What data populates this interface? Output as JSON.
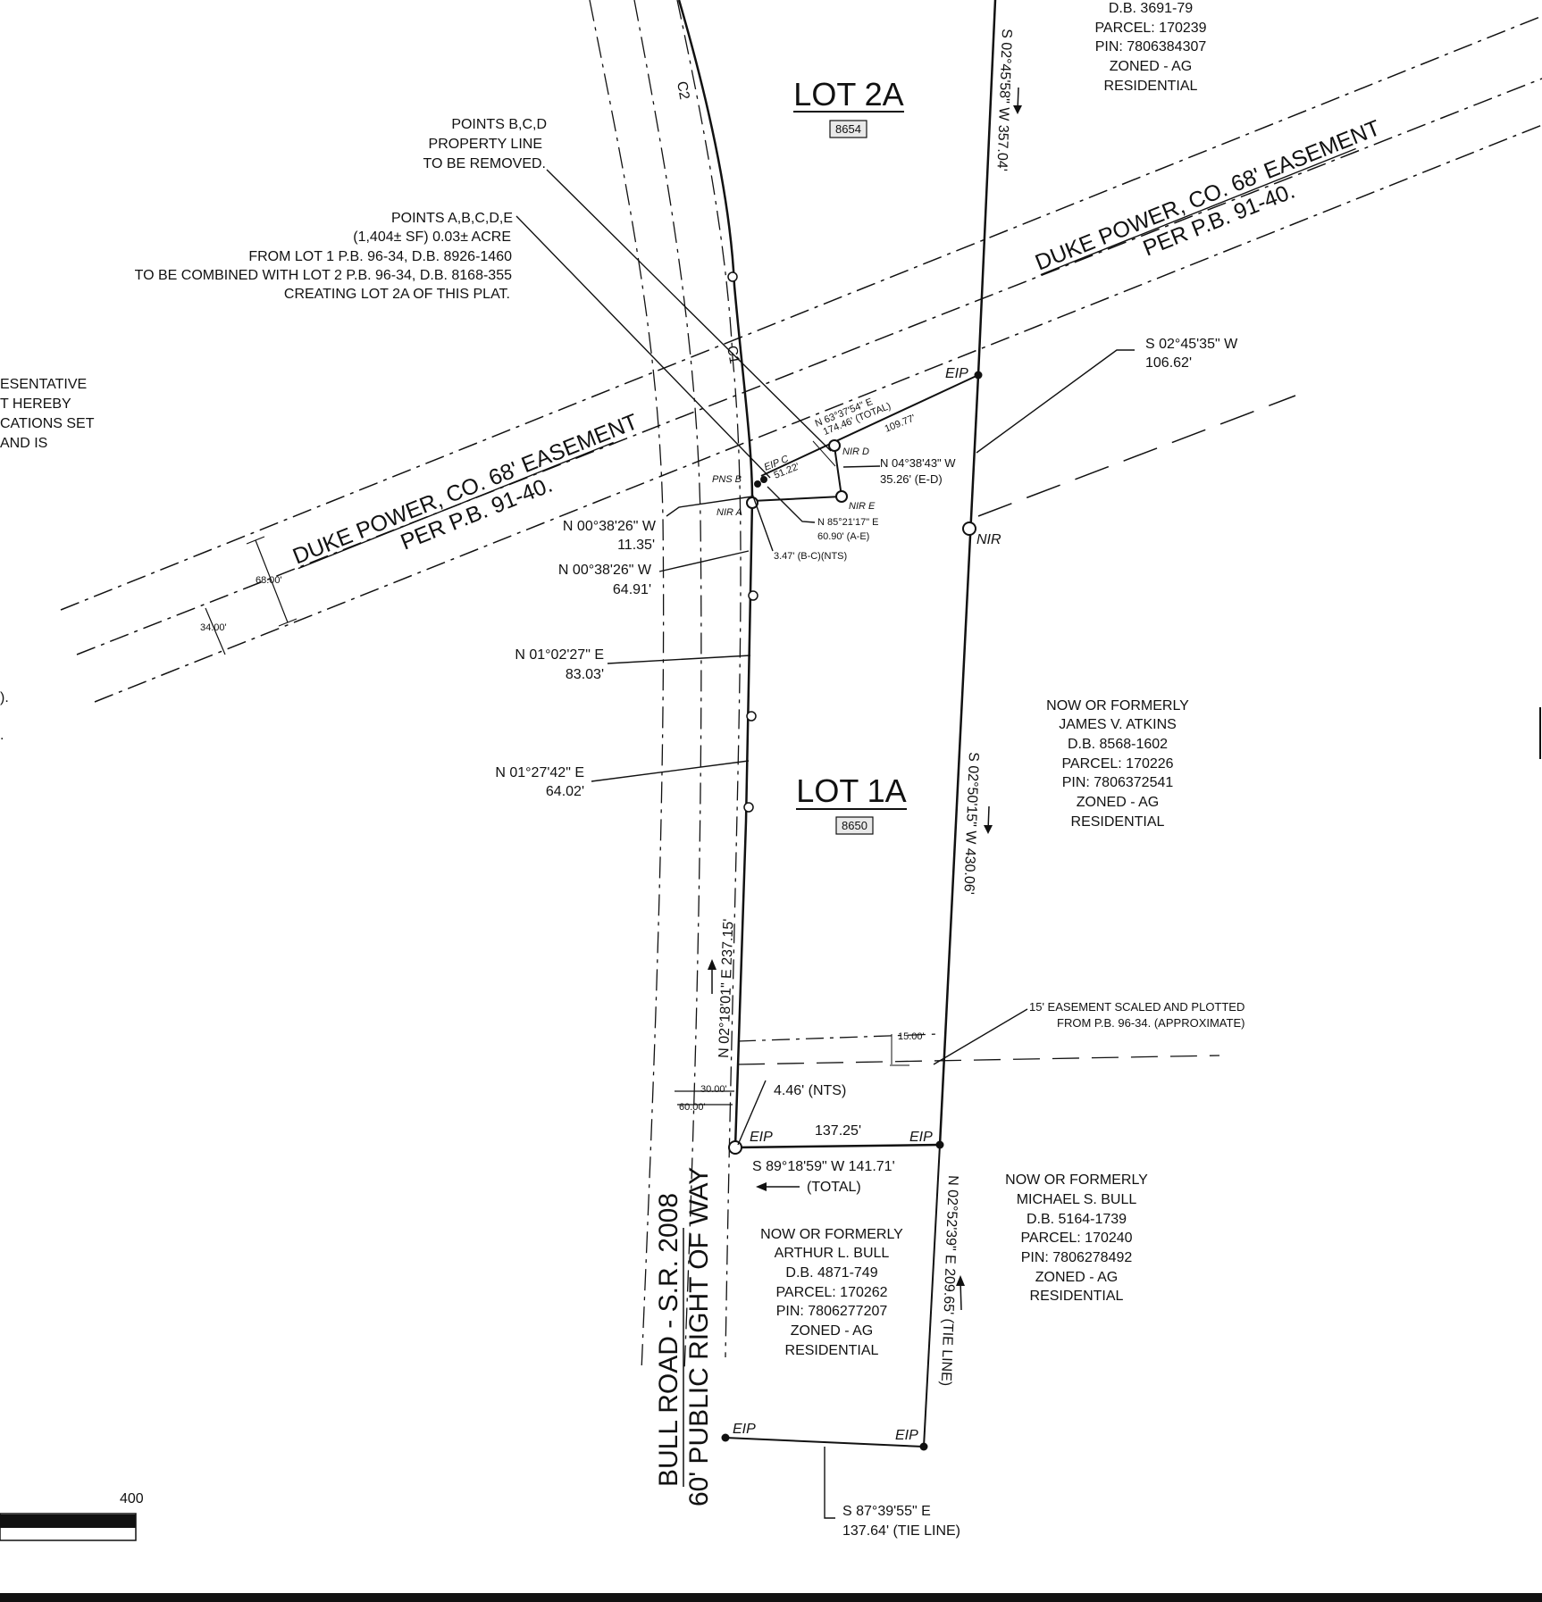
{
  "colors": {
    "ink": "#111111",
    "paper": "#ffffff"
  },
  "top_owner": {
    "lines": [
      "D.B. 3691-79",
      "PARCEL: 170239",
      "PIN: 7806384307",
      "ZONED - AG",
      "RESIDENTIAL"
    ]
  },
  "lot2a": {
    "label": "LOT 2A",
    "address": "8654"
  },
  "lot1a": {
    "label": "LOT 1A",
    "address": "8650"
  },
  "notes": {
    "points_bcd": [
      "POINTS B,C,D",
      "PROPERTY LINE",
      "TO BE REMOVED."
    ],
    "points_abcde": [
      "POINTS A,B,C,D,E",
      "(1,404± SF) 0.03± ACRE",
      "FROM LOT 1 P.B. 96-34, D.B. 8926-1460",
      "TO BE COMBINED WITH LOT 2 P.B. 96-34, D.B. 8168-355",
      "CREATING LOT 2A OF THIS PLAT."
    ],
    "left_clip": [
      "ESENTATIVE",
      "T HEREBY",
      "CATIONS SET",
      "AND IS"
    ],
    "left_frag_a": ").",
    "left_frag_b": ".",
    "easement_15": [
      "15' EASEMENT SCALED AND PLOTTED",
      "FROM P.B. 96-34. (APPROXIMATE)"
    ]
  },
  "easements": {
    "duke_upper": "DUKE POWER, CO. 68' EASEMENT",
    "duke_upper_ref": "PER P.B. 91-40.",
    "duke_lower": "DUKE POWER, CO. 68' EASEMENT",
    "duke_lower_ref": "PER P.B. 91-40.",
    "width_68": "68.00'",
    "width_34": "34.00'"
  },
  "curves": {
    "c1": "C1",
    "c2": "C2"
  },
  "calls": {
    "s_02_45_58": "S 02°45'58\" W  357.04'",
    "s_02_45_35": "S 02°45'35\" W",
    "s_02_45_35_dist": "106.62'",
    "n_63_37": "N 63°37'54\" E",
    "n_63_37_total": "174.46' (TOTAL)",
    "dist_109": "109.77'",
    "dist_51": "51.22'",
    "n_04_38": "N 04°38'43\" W",
    "n_04_38_dist": "35.26' (E-D)",
    "n_85_21": "N 85°21'17\" E",
    "n_85_21_dist": "60.90' (A-E)",
    "bc_dist": "3.47' (B-C)(NTS)",
    "n_00_38_a": "N 00°38'26\" W",
    "n_00_38_a_dist": "11.35'",
    "n_00_38_b": "N 00°38'26\" W",
    "n_00_38_b_dist": "64.91'",
    "n_01_02": "N 01°02'27\" E",
    "n_01_02_dist": "83.03'",
    "n_01_27": "N 01°27'42\" E",
    "n_01_27_dist": "64.02'",
    "n_02_18": "N 02°18'01\" E  237.15'",
    "s_02_50": "S 02°50'15\" W  430.06'",
    "dist_137_25": "137.25'",
    "s_89_18": "S 89°18'59\" W  141.71'",
    "total": "(TOTAL)",
    "dist_4_46": "4.46' (NTS)",
    "row_30": "30.00'",
    "row_60": "60.00'",
    "ease_15": "15.00'",
    "n_02_52": "N 02°52'39\" E  209.65' (TIE LINE)",
    "s_87_39": "S 87°39'55\" E",
    "s_87_39_dist": "137.64' (TIE LINE)"
  },
  "points": {
    "eip": "EIP",
    "nir": "NIR",
    "eip_c": "EIP C",
    "nir_d": "NIR D",
    "nir_e": "NIR E",
    "nir_a": "NIR A",
    "pns_b": "PNS B"
  },
  "owners": {
    "atkins": [
      "NOW OR FORMERLY",
      "JAMES V. ATKINS",
      "D.B. 8568-1602",
      "PARCEL: 170226",
      "PIN: 7806372541",
      "ZONED - AG",
      "RESIDENTIAL"
    ],
    "michael": [
      "NOW OR FORMERLY",
      "MICHAEL S. BULL",
      "D.B. 5164-1739",
      "PARCEL: 170240",
      "PIN: 7806278492",
      "ZONED - AG",
      "RESIDENTIAL"
    ],
    "arthur": [
      "NOW OR FORMERLY",
      "ARTHUR L. BULL",
      "D.B. 4871-749",
      "PARCEL: 170262",
      "PIN: 7806277207",
      "ZONED - AG",
      "RESIDENTIAL"
    ]
  },
  "road": {
    "name": "BULL ROAD - S.R. 2008",
    "row": "60' PUBLIC RIGHT OF WAY"
  },
  "scale": {
    "label": "400"
  }
}
